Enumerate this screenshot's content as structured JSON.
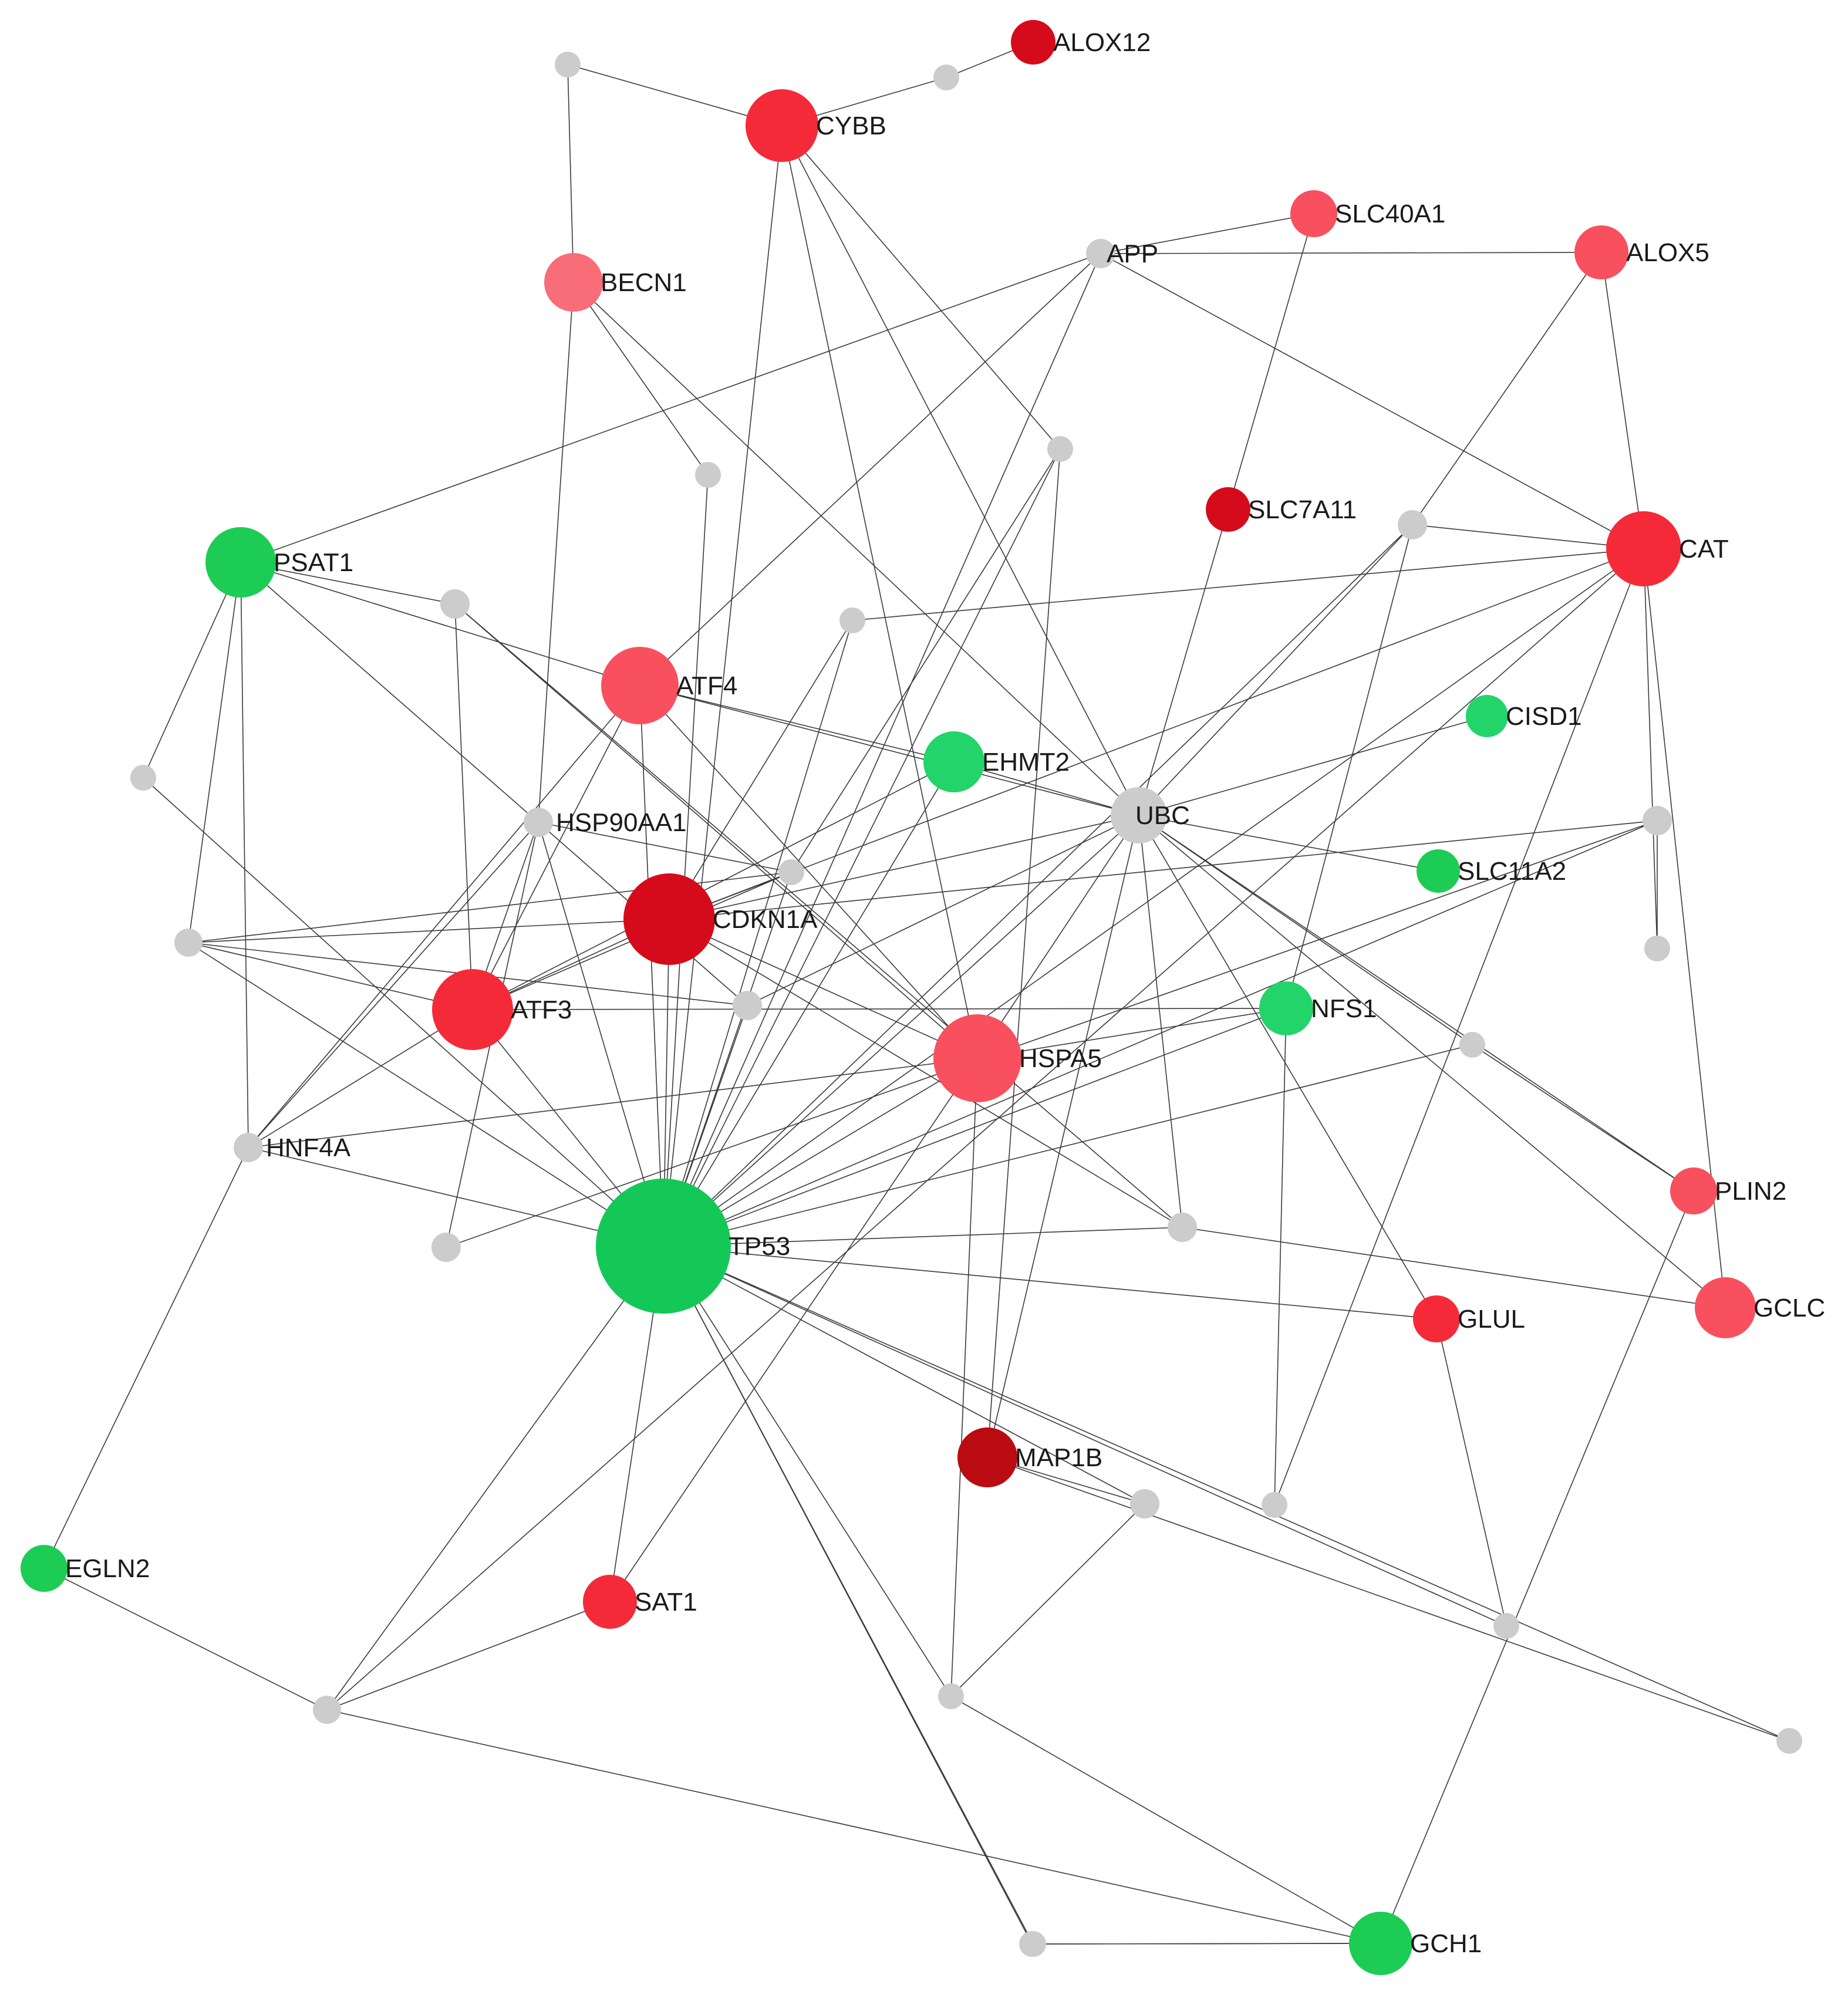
{
  "diagram": {
    "type": "network",
    "colors": {
      "edge": "#3a3a3a",
      "label": "#1a1a1a",
      "hub_gray": "#cccccc",
      "green_bright": "#14c858",
      "green_mid": "#1ccc55",
      "green_light": "#22d46a",
      "red_bright": "#f52a38",
      "red_pink": "#f8505e",
      "red_light": "#f86d78",
      "red_dark": "#d50b1b",
      "red_deep": "#ba0a12"
    },
    "nodes": [
      {
        "id": "ALOX12",
        "label": "ALOX12",
        "color": "#d50b1b"
      },
      {
        "id": "CYBB",
        "label": "CYBB",
        "color": "#f52a38"
      },
      {
        "id": "BECN1",
        "label": "BECN1",
        "color": "#f86d78"
      },
      {
        "id": "SLC40A1",
        "label": "SLC40A1",
        "color": "#f8505e"
      },
      {
        "id": "APP",
        "label": "APP",
        "color": "#cccccc"
      },
      {
        "id": "ALOX5",
        "label": "ALOX5",
        "color": "#f8505e"
      },
      {
        "id": "SLC7A11",
        "label": "SLC7A11",
        "color": "#d50b1b"
      },
      {
        "id": "CAT",
        "label": "CAT",
        "color": "#f52a38"
      },
      {
        "id": "PSAT1",
        "label": "PSAT1",
        "color": "#1ccc55"
      },
      {
        "id": "ATF4",
        "label": "ATF4",
        "color": "#f8505e"
      },
      {
        "id": "CISD1",
        "label": "CISD1",
        "color": "#22d46a"
      },
      {
        "id": "EHMT2",
        "label": "EHMT2",
        "color": "#22d46a"
      },
      {
        "id": "HSP90AA1",
        "label": "HSP90AA1",
        "color": "#cccccc"
      },
      {
        "id": "UBC",
        "label": "UBC",
        "color": "#cccccc"
      },
      {
        "id": "SLC11A2",
        "label": "SLC11A2",
        "color": "#1ccc55"
      },
      {
        "id": "CDKN1A",
        "label": "CDKN1A",
        "color": "#d50b1b"
      },
      {
        "id": "ATF3",
        "label": "ATF3",
        "color": "#f52a38"
      },
      {
        "id": "NFS1",
        "label": "NFS1",
        "color": "#22d46a"
      },
      {
        "id": "HSPA5",
        "label": "HSPA5",
        "color": "#f8505e"
      },
      {
        "id": "HNF4A",
        "label": "HNF4A",
        "color": "#cccccc"
      },
      {
        "id": "PLIN2",
        "label": "PLIN2",
        "color": "#f8505e"
      },
      {
        "id": "TP53",
        "label": "TP53",
        "color": "#14c858"
      },
      {
        "id": "GCLC",
        "label": "GCLC",
        "color": "#f8505e"
      },
      {
        "id": "GLUL",
        "label": "GLUL",
        "color": "#f52a38"
      },
      {
        "id": "MAP1B",
        "label": "MAP1B",
        "color": "#ba0a12"
      },
      {
        "id": "EGLN2",
        "label": "EGLN2",
        "color": "#1ccc55"
      },
      {
        "id": "SAT1",
        "label": "SAT1",
        "color": "#f52a38"
      },
      {
        "id": "GCH1",
        "label": "GCH1",
        "color": "#1ccc55"
      },
      {
        "id": "g1",
        "label": "",
        "color": "#cccccc"
      },
      {
        "id": "g2",
        "label": "",
        "color": "#cccccc"
      },
      {
        "id": "g3",
        "label": "",
        "color": "#cccccc"
      },
      {
        "id": "g4",
        "label": "",
        "color": "#cccccc"
      },
      {
        "id": "g5",
        "label": "",
        "color": "#cccccc"
      },
      {
        "id": "g6",
        "label": "",
        "color": "#cccccc"
      },
      {
        "id": "g7",
        "label": "",
        "color": "#cccccc"
      },
      {
        "id": "g8",
        "label": "",
        "color": "#cccccc"
      },
      {
        "id": "g9",
        "label": "",
        "color": "#cccccc"
      },
      {
        "id": "g10",
        "label": "",
        "color": "#cccccc"
      },
      {
        "id": "g11",
        "label": "",
        "color": "#cccccc"
      },
      {
        "id": "g12",
        "label": "",
        "color": "#cccccc"
      },
      {
        "id": "g13",
        "label": "",
        "color": "#cccccc"
      },
      {
        "id": "g14",
        "label": "",
        "color": "#cccccc"
      },
      {
        "id": "g15",
        "label": "",
        "color": "#cccccc"
      },
      {
        "id": "g16",
        "label": "",
        "color": "#cccccc"
      },
      {
        "id": "g17",
        "label": "",
        "color": "#cccccc"
      },
      {
        "id": "g18",
        "label": "",
        "color": "#cccccc"
      },
      {
        "id": "g19",
        "label": "",
        "color": "#cccccc"
      },
      {
        "id": "g20",
        "label": "",
        "color": "#cccccc"
      },
      {
        "id": "g21",
        "label": "",
        "color": "#cccccc"
      },
      {
        "id": "g22",
        "label": "",
        "color": "#cccccc"
      },
      {
        "id": "g23",
        "label": "",
        "color": "#cccccc"
      },
      {
        "id": "g24",
        "label": "",
        "color": "#cccccc"
      }
    ],
    "edges": [
      [
        "ALOX12",
        "g2"
      ],
      [
        "g2",
        "CYBB"
      ],
      [
        "g1",
        "CYBB"
      ],
      [
        "g1",
        "BECN1"
      ],
      [
        "CYBB",
        "g4"
      ],
      [
        "CYBB",
        "UBC"
      ],
      [
        "CYBB",
        "HSPA5"
      ],
      [
        "CYBB",
        "TP53"
      ],
      [
        "APP",
        "SLC40A1"
      ],
      [
        "APP",
        "ALOX5"
      ],
      [
        "APP",
        "PSAT1"
      ],
      [
        "APP",
        "CAT"
      ],
      [
        "APP",
        "ATF4"
      ],
      [
        "APP",
        "TP53"
      ],
      [
        "BECN1",
        "HSP90AA1"
      ],
      [
        "BECN1",
        "UBC"
      ],
      [
        "BECN1",
        "g3"
      ],
      [
        "SLC40A1",
        "SLC7A11"
      ],
      [
        "ALOX5",
        "CAT"
      ],
      [
        "ALOX5",
        "g5"
      ],
      [
        "g3",
        "TP53"
      ],
      [
        "g6",
        "CAT"
      ],
      [
        "g6",
        "TP53"
      ],
      [
        "g6",
        "CDKN1A"
      ],
      [
        "SLC7A11",
        "UBC"
      ],
      [
        "g5",
        "CAT"
      ],
      [
        "g5",
        "TP53"
      ],
      [
        "g5",
        "NFS1"
      ],
      [
        "g5",
        "UBC"
      ],
      [
        "CAT",
        "CDKN1A"
      ],
      [
        "CAT",
        "g18"
      ],
      [
        "CAT",
        "g19"
      ],
      [
        "CAT",
        "GCLC"
      ],
      [
        "CAT",
        "g20"
      ],
      [
        "CAT",
        "TP53"
      ],
      [
        "PSAT1",
        "g7"
      ],
      [
        "PSAT1",
        "ATF4"
      ],
      [
        "PSAT1",
        "HSP90AA1"
      ],
      [
        "PSAT1",
        "g8"
      ],
      [
        "PSAT1",
        "HNF4A"
      ],
      [
        "PSAT1",
        "g10"
      ],
      [
        "ATF4",
        "EHMT2"
      ],
      [
        "ATF4",
        "UBC"
      ],
      [
        "ATF4",
        "HSPA5"
      ],
      [
        "ATF4",
        "ATF3"
      ],
      [
        "ATF4",
        "TP53"
      ],
      [
        "ATF4",
        "HNF4A"
      ],
      [
        "CISD1",
        "UBC"
      ],
      [
        "EHMT2",
        "UBC"
      ],
      [
        "EHMT2",
        "ATF3"
      ],
      [
        "EHMT2",
        "TP53"
      ],
      [
        "g4",
        "g9"
      ],
      [
        "g4",
        "TP53"
      ],
      [
        "g4",
        "MAP1B"
      ],
      [
        "g9",
        "HSP90AA1"
      ],
      [
        "g9",
        "ATF3"
      ],
      [
        "g9",
        "CDKN1A"
      ],
      [
        "g9",
        "TP53"
      ],
      [
        "g9",
        "g10"
      ],
      [
        "HSP90AA1",
        "TP53"
      ],
      [
        "HSP90AA1",
        "g14"
      ],
      [
        "HSP90AA1",
        "ATF3"
      ],
      [
        "HSP90AA1",
        "g11"
      ],
      [
        "HSP90AA1",
        "HNF4A"
      ],
      [
        "UBC",
        "CDKN1A"
      ],
      [
        "UBC",
        "HSPA5"
      ],
      [
        "UBC",
        "SLC11A2"
      ],
      [
        "UBC",
        "TP53"
      ],
      [
        "UBC",
        "g16"
      ],
      [
        "UBC",
        "g13"
      ],
      [
        "UBC",
        "GLUL"
      ],
      [
        "UBC",
        "GCLC"
      ],
      [
        "UBC",
        "PLIN2"
      ],
      [
        "UBC",
        "MAP1B"
      ],
      [
        "UBC",
        "g11"
      ],
      [
        "g12",
        "g18"
      ],
      [
        "g12",
        "TP53"
      ],
      [
        "g12",
        "CDKN1A"
      ],
      [
        "g12",
        "g14"
      ],
      [
        "g8",
        "ATF3"
      ],
      [
        "g8",
        "HSPA5"
      ],
      [
        "g8",
        "g13"
      ],
      [
        "CDKN1A",
        "TP53"
      ],
      [
        "CDKN1A",
        "HSPA5"
      ],
      [
        "CDKN1A",
        "g13"
      ],
      [
        "CDKN1A",
        "g10"
      ],
      [
        "CDKN1A",
        "ATF3"
      ],
      [
        "ATF3",
        "g10"
      ],
      [
        "ATF3",
        "NFS1"
      ],
      [
        "ATF3",
        "HNF4A"
      ],
      [
        "ATF3",
        "TP53"
      ],
      [
        "NFS1",
        "g19"
      ],
      [
        "NFS1",
        "TP53"
      ],
      [
        "NFS1",
        "HSPA5"
      ],
      [
        "HSPA5",
        "HNF4A"
      ],
      [
        "HSPA5",
        "TP53"
      ],
      [
        "HSPA5",
        "g17"
      ],
      [
        "HSPA5",
        "SAT1"
      ],
      [
        "g7",
        "TP53"
      ],
      [
        "g11",
        "TP53"
      ],
      [
        "g11",
        "g10"
      ],
      [
        "HNF4A",
        "TP53"
      ],
      [
        "HNF4A",
        "EGLN2"
      ],
      [
        "g10",
        "TP53"
      ],
      [
        "g15",
        "TP53"
      ],
      [
        "g15",
        "g17"
      ],
      [
        "g15",
        "MAP1B"
      ],
      [
        "g16",
        "PLIN2"
      ],
      [
        "g16",
        "TP53"
      ],
      [
        "PLIN2",
        "GCH1"
      ],
      [
        "TP53",
        "g13"
      ],
      [
        "g13",
        "GCLC"
      ],
      [
        "TP53",
        "GLUL"
      ],
      [
        "TP53",
        "g21"
      ],
      [
        "TP53",
        "g22"
      ],
      [
        "TP53",
        "g17"
      ],
      [
        "TP53",
        "g23"
      ],
      [
        "TP53",
        "g24"
      ],
      [
        "TP53",
        "g20"
      ],
      [
        "TP53",
        "SAT1"
      ],
      [
        "MAP1B",
        "g23"
      ],
      [
        "GLUL",
        "g21"
      ],
      [
        "g20",
        "GCH1"
      ],
      [
        "g17",
        "GCH1"
      ],
      [
        "g22",
        "GCH1"
      ],
      [
        "g24",
        "GCH1"
      ],
      [
        "EGLN2",
        "g20"
      ],
      [
        "SAT1",
        "g20"
      ]
    ]
  }
}
